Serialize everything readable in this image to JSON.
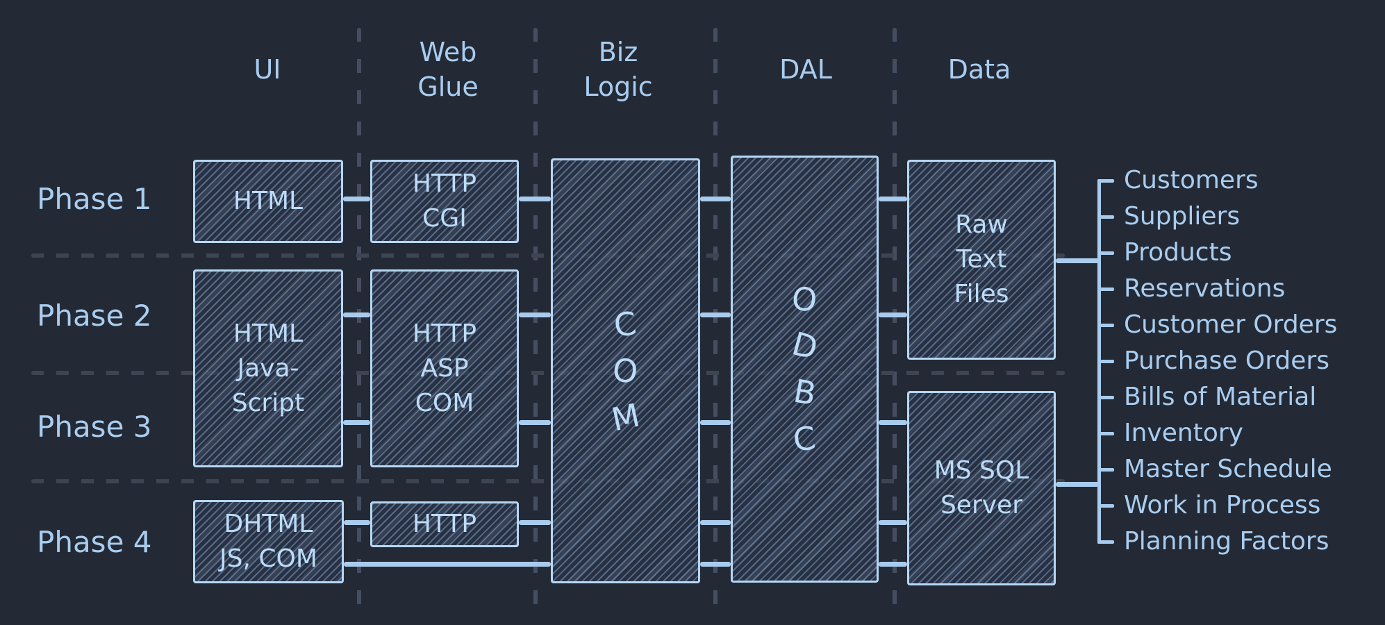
{
  "diagram": {
    "columns": [
      "UI",
      "Web\nGlue",
      "Biz\nLogic",
      "DAL",
      "Data"
    ],
    "phases": [
      "Phase 1",
      "Phase 2",
      "Phase 3",
      "Phase 4"
    ],
    "boxes": {
      "html": "HTML",
      "http_cgi": "HTTP\nCGI",
      "html_js": "HTML\nJava-\nScript",
      "http_asp": "HTTP\nASP\nCOM",
      "com": [
        "C",
        "O",
        "M"
      ],
      "odbc": [
        "O",
        "D",
        "B",
        "C"
      ],
      "raw_text": "Raw\nText\nFiles",
      "ms_sql": "MS SQL\nServer",
      "dhtml": "DHTML\nJS, COM",
      "http4": "HTTP"
    },
    "data_items": [
      "Customers",
      "Suppliers",
      "Products",
      "Reservations",
      "Customer Orders",
      "Purchase Orders",
      "Bills of Material",
      "Inventory",
      "Master Schedule",
      "Work in Process",
      "Planning Factors"
    ],
    "colors": {
      "background": "#242a35",
      "ink": "#a9cdf0",
      "box_border": "#b6d7f4",
      "box_fill": "#2c3549",
      "hatch": "#7e9aca",
      "grid_dash": "#3d4452",
      "connector": "#a9ccee"
    }
  }
}
